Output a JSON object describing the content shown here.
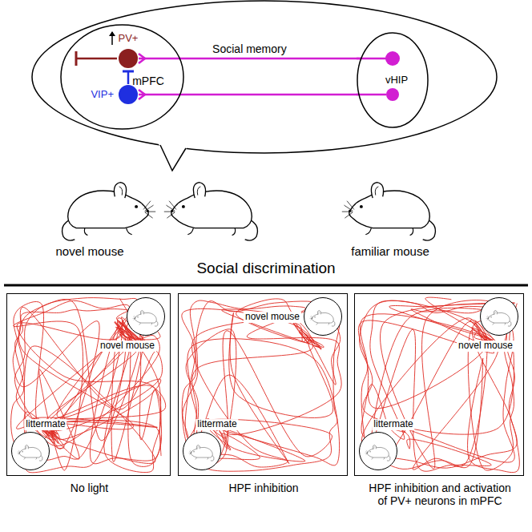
{
  "diagram": {
    "title": "Social discrimination",
    "nodes": [
      {
        "text": [
          "mPFC"
        ]
      },
      {
        "text": [
          "PV+"
        ],
        "in": 0
      },
      {
        "text": [
          "VIP+"
        ],
        "in": 0
      },
      {
        "text": [
          "vHIP"
        ]
      },
      {
        "text": [
          "No light"
        ]
      },
      {
        "text": [
          "novel mouse"
        ],
        "in": 4
      },
      {
        "text": [
          "littermate"
        ],
        "in": 4
      },
      {
        "text": [
          "HPF inhibition"
        ]
      },
      {
        "text": [
          "novel mouse"
        ],
        "in": 7
      },
      {
        "text": [
          "littermate"
        ],
        "in": 7
      },
      {
        "text": [
          "HPF inhibition and activation of PV+ neurons in mPFC"
        ]
      },
      {
        "text": [
          "novel mouse"
        ],
        "in": 10
      },
      {
        "text": [
          "littermate"
        ],
        "in": 10
      }
    ],
    "edges": [
      {
        "from": 3,
        "to": 1,
        "arrow": "to",
        "label": "Social memory"
      },
      {
        "from": 3,
        "to": 2,
        "arrow": "to"
      },
      {
        "from": 2,
        "to": 1,
        "arrow": "to"
      }
    ],
    "labels": [
      "novel mouse",
      "familiar mouse"
    ]
  }
}
